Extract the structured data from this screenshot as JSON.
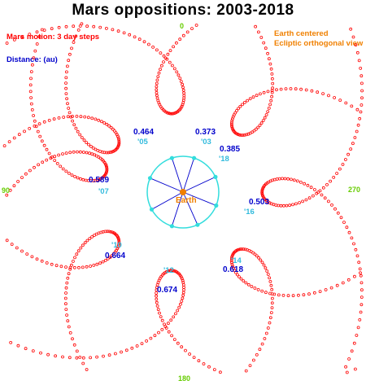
{
  "title": "Mars oppositions:  2003-2018",
  "legend": {
    "motion": "Mars motion: 3 day steps",
    "distance": "Distance: (au)",
    "earth_centered": "Earth centered",
    "ecliptic_view": "Ecliptic orthogonal view"
  },
  "center_label": "Earth",
  "degree_marks": {
    "top": "0",
    "right": "270",
    "bottom": "180",
    "left": "90"
  },
  "oppositions": [
    {
      "year": "'03",
      "distance": "0.373"
    },
    {
      "year": "'05",
      "distance": "0.464"
    },
    {
      "year": "'07",
      "distance": "0.589"
    },
    {
      "year": "'10",
      "distance": "0.664"
    },
    {
      "year": "'12",
      "distance": "0.674"
    },
    {
      "year": "'14",
      "distance": "0.618"
    },
    {
      "year": "'16",
      "distance": "0.503"
    },
    {
      "year": "'18",
      "distance": "0.385"
    }
  ],
  "colors": {
    "orbit_dots": "#ff0000",
    "earth_orbit": "#33dddd",
    "opposition_lines": "#0000cc",
    "distance_text": "#0000cc",
    "year_text": "#33bbdd",
    "earth": "#f08000",
    "degree_text": "#66cc00"
  }
}
